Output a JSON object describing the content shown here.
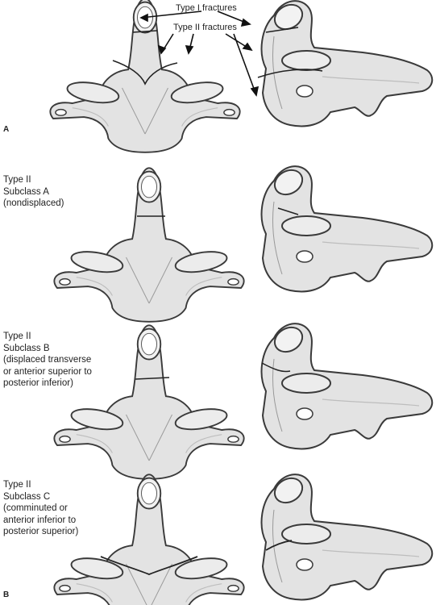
{
  "panel_labels": {
    "a": "A",
    "b": "B"
  },
  "callouts": {
    "type1": "Type I fractures",
    "type2": "Type II fractures"
  },
  "rows": [
    {
      "lines": [
        "Type II",
        "Subclass A",
        "(nondisplaced)"
      ]
    },
    {
      "lines": [
        "Type II",
        "Subclass B",
        "(displaced transverse",
        "or anterior superior to",
        "posterior inferior)"
      ]
    },
    {
      "lines": [
        "Type II",
        "Subclass C",
        "(comminuted or",
        "anterior inferior to",
        "posterior superior)"
      ]
    }
  ],
  "colors": {
    "bone": "#e3e3e3",
    "bone_shade": "#bdbdbd",
    "outline": "#3a3a3a"
  }
}
